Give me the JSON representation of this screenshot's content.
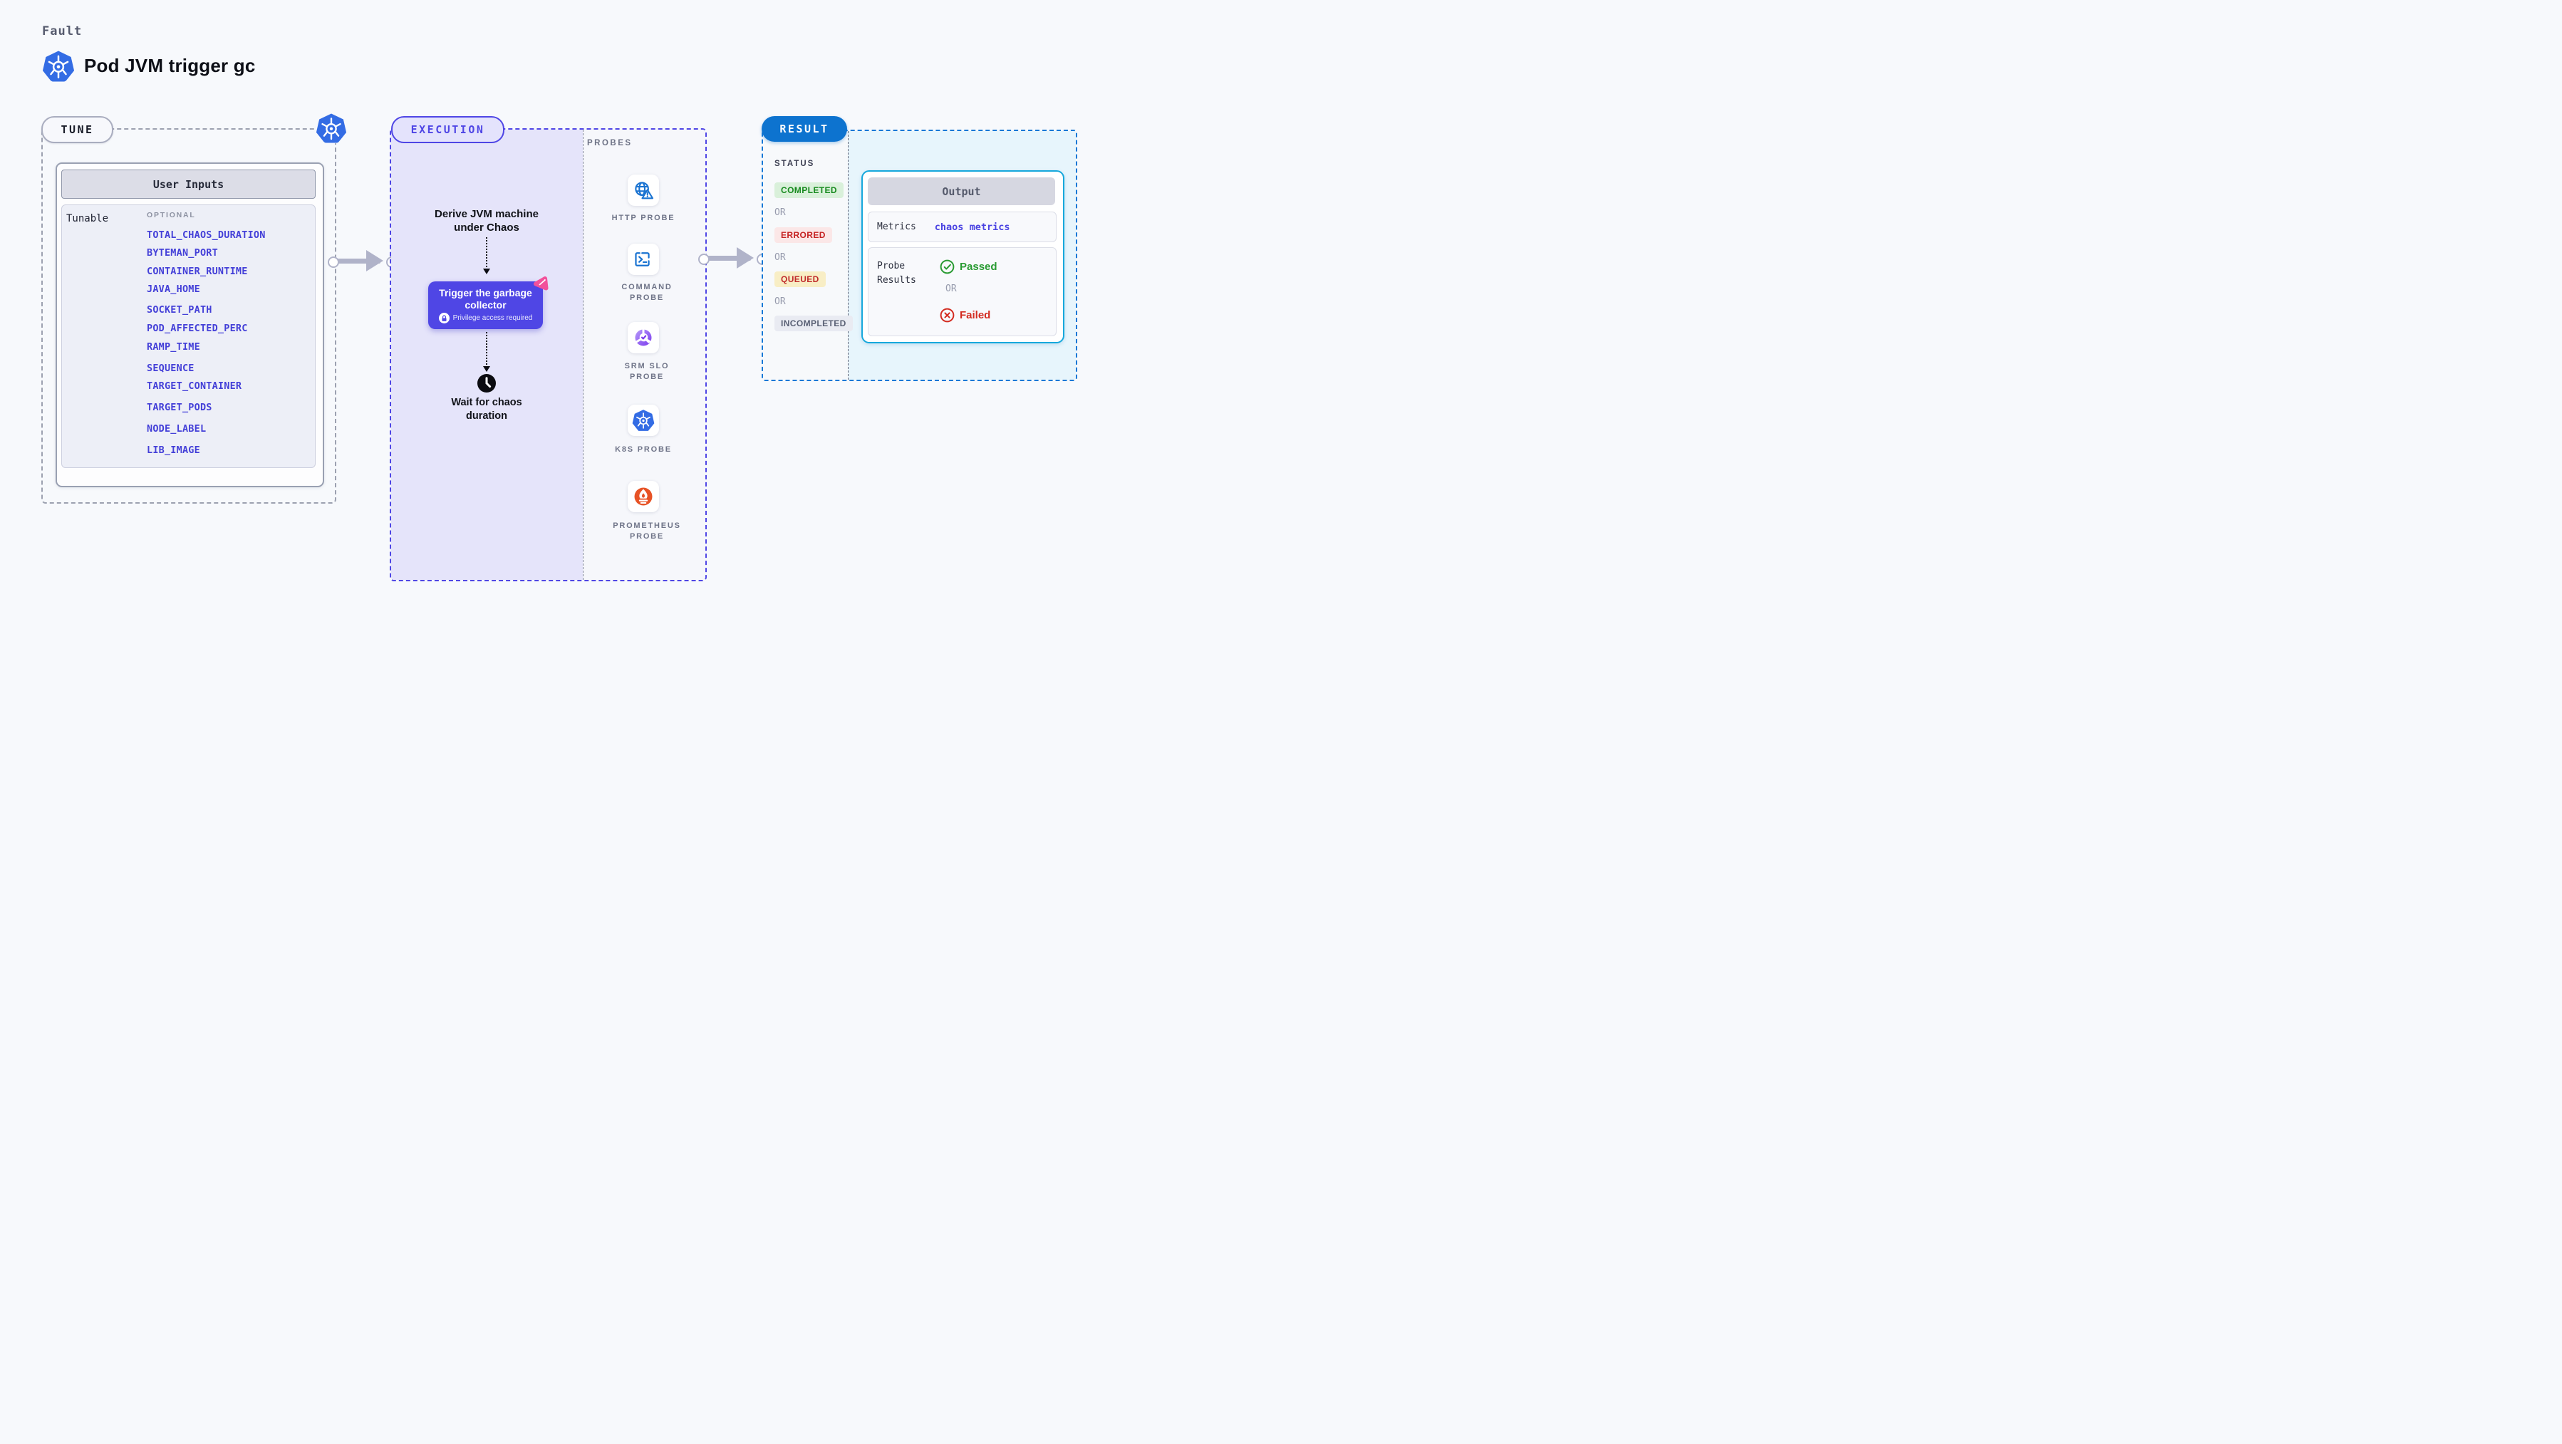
{
  "header": {
    "fault_label": "Fault",
    "title": "Pod JVM trigger gc"
  },
  "tune": {
    "badge": "TUNE",
    "user_inputs_title": "User Inputs",
    "tunable_label": "Tunable",
    "optional_label": "OPTIONAL",
    "params": [
      "TOTAL_CHAOS_DURATION",
      "BYTEMAN_PORT",
      "CONTAINER_RUNTIME",
      "JAVA_HOME",
      "SOCKET_PATH",
      "POD_AFFECTED_PERC",
      "RAMP_TIME",
      "SEQUENCE",
      "TARGET_CONTAINER",
      "TARGET_PODS",
      "NODE_LABEL",
      "LIB_IMAGE"
    ]
  },
  "execution": {
    "badge": "EXECUTION",
    "derive_text": "Derive JVM machine under Chaos",
    "trigger_title": "Trigger the garbage collector",
    "trigger_privilege": "Privilege access required",
    "wait_text": "Wait for chaos duration"
  },
  "probes": {
    "title": "PROBES",
    "items": [
      {
        "label": "HTTP PROBE"
      },
      {
        "label": "COMMAND PROBE"
      },
      {
        "label": "SRM SLO PROBE"
      },
      {
        "label": "K8S PROBE"
      },
      {
        "label": "PROMETHEUS PROBE"
      }
    ]
  },
  "result": {
    "badge": "RESULT",
    "status_label": "STATUS",
    "or_label": "OR",
    "statuses": [
      {
        "label": "COMPLETED"
      },
      {
        "label": "ERRORED"
      },
      {
        "label": "QUEUED"
      },
      {
        "label": "INCOMPLETED"
      }
    ],
    "output": {
      "title": "Output",
      "metrics_label": "Metrics",
      "metrics_value": "chaos metrics",
      "probe_results_label": "Probe Results",
      "passed_label": "Passed",
      "failed_label": "Failed",
      "or_label": "OR"
    }
  },
  "colors": {
    "k8s_blue": "#336ce4",
    "indigo_accent": "#4f46e5",
    "result_blue": "#0d73cf",
    "output_border_cyan": "#16a8dc",
    "passed_green": "#2a9b33",
    "failed_red": "#d32b20",
    "queued_bg": "#f8eec5",
    "errored_bg": "#fbe7e7",
    "completed_bg": "#d9f0da",
    "prometheus_orange": "#e75225",
    "srm_purple": "#8b5cf6",
    "chaos_pink": "#f2519b"
  }
}
